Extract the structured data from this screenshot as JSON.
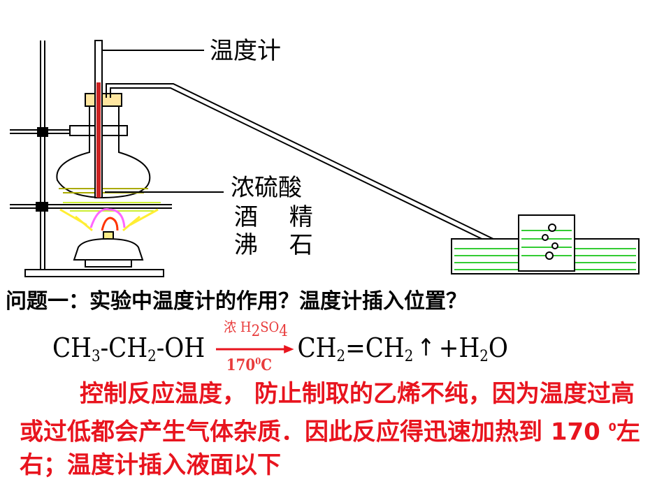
{
  "labels": {
    "thermometer": "温度计",
    "acid": "浓硫酸",
    "alcohol": "酒　 精",
    "boiling_stone": "沸　 石"
  },
  "question": "问题一：实验中温度计的作用？温度计插入位置？",
  "equation": {
    "reactant": [
      "CH",
      "3",
      "-CH",
      "2",
      "-OH"
    ],
    "condition_top": [
      "浓 H",
      "2",
      "SO",
      "4"
    ],
    "condition_bottom": [
      "170",
      "0",
      "C"
    ],
    "product1": [
      "CH",
      "2",
      "=CH",
      "2"
    ],
    "up_arrow": "↑",
    "product2": [
      "+H",
      "2",
      "O"
    ]
  },
  "answer": {
    "line1": "控制反应温度， 防止制取的乙烯不纯，因为温度过高或过低都会产生气体杂质．因此反应得迅速加热到",
    "temp": "170",
    "temp_sup": "0",
    "line2": "左右；温度计插入液面以下"
  },
  "colors": {
    "answer_text": "#e8141e",
    "condition_text": "#e83b3b",
    "arrow": "#e8141e",
    "thermometer_stem": "#cc2222",
    "water": "#33cc33",
    "flame": "#ff66ff",
    "gauze": "#ccee33"
  }
}
